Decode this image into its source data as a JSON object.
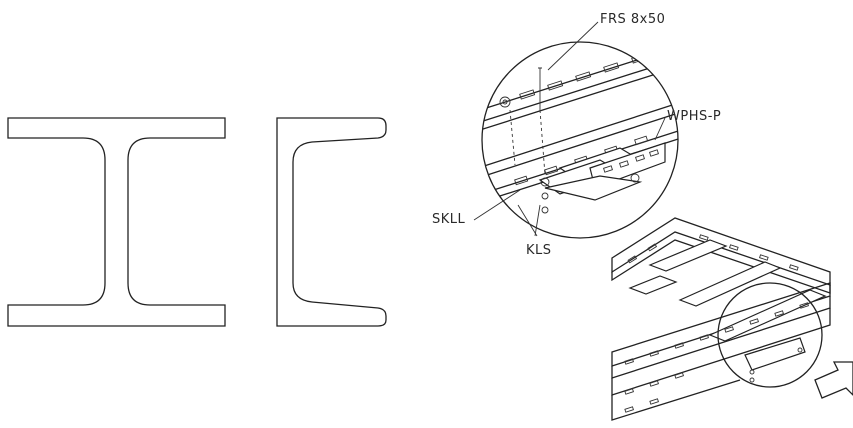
{
  "labels": {
    "frs": "FRS 8x50",
    "wphs": "WPHS-P",
    "skll": "SKLL",
    "kls": "KLS"
  },
  "colors": {
    "line": "#222222",
    "background": "#ffffff",
    "shade": "#d8d8d8"
  }
}
